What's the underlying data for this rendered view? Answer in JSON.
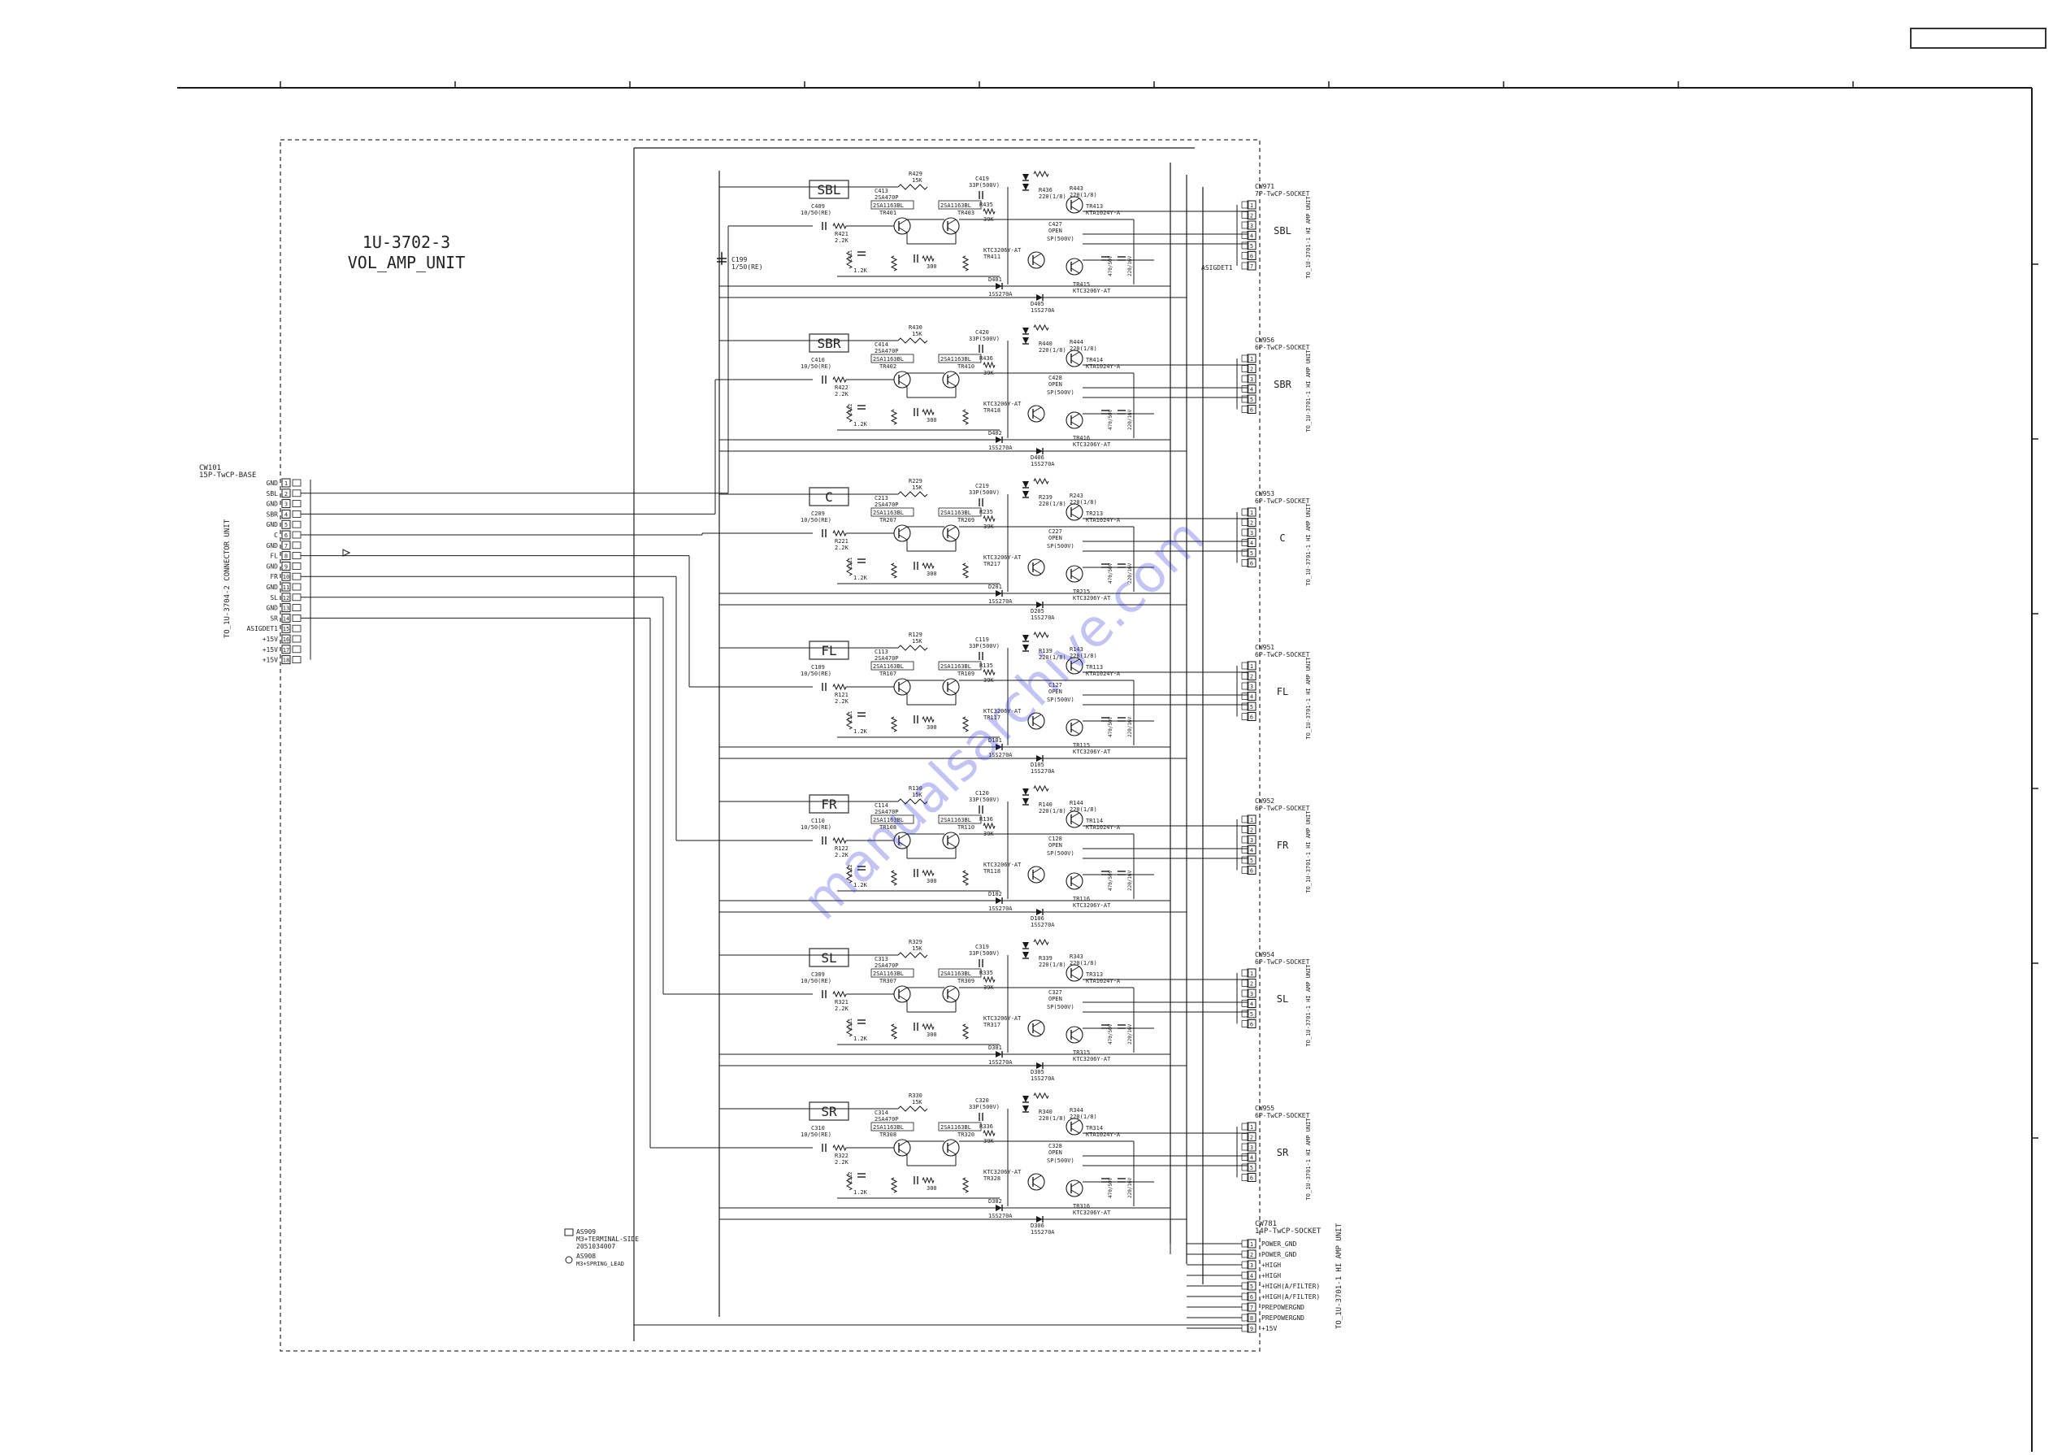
{
  "unit": {
    "title_line1": "1U-3702-3",
    "title_line2": "VOL_AMP_UNIT"
  },
  "input_connector": {
    "ref": "CW101",
    "part": "15P-TwCP-BASE",
    "side_label": "TO_1U-3704-2 CONNECTOR UNIT",
    "pins": [
      "GND",
      "SBL",
      "GND",
      "SBR",
      "GND",
      "C",
      "GND",
      "FL",
      "GND",
      "FR",
      "GND",
      "SL",
      "GND",
      "SR",
      "ASIGDET1",
      "+15V",
      "+15V",
      "+15V"
    ]
  },
  "channels": [
    {
      "name": "SBL",
      "cin": "C409",
      "cin_val": "10/50(RE)",
      "rin": "R421",
      "rin_val": "2.2K",
      "rfb": "R429",
      "rfb_val": "15K",
      "cfb": "C413",
      "cfb_val": "2SA470P",
      "q1": "TR401",
      "q2": "TR403",
      "pair": "2SA1163BL",
      "cout": "C419",
      "cout_val": "33P(500V)",
      "rout": "R435",
      "rout_val": "39K",
      "r1": "R436",
      "r2": "R443",
      "r2_val": "220(1/8)",
      "qo1": "TR413",
      "qo1_val": "KTA1024Y-A",
      "qo2": "TR415",
      "qo2_val": "KTC3206Y-AT",
      "d1": "D401",
      "d1_val": "1SS270A",
      "d2": "D405",
      "conn": "CW971",
      "conn_part": "7P-TwCP-SOCKET",
      "conn_label": "SBL",
      "to_label": "TO_1U-3701-1 HI AMP UNIT",
      "pins": 7,
      "extra": "ASIGDET1"
    },
    {
      "name": "SBR",
      "cin": "C410",
      "cin_val": "10/50(RE)",
      "rin": "R422",
      "rin_val": "2.2K",
      "rfb": "R430",
      "rfb_val": "15K",
      "cfb": "C414",
      "cfb_val": "2SA470P",
      "q1": "TR402",
      "q2": "TR410",
      "pair": "2SA1163BL",
      "cout": "C420",
      "cout_val": "33P(500V)",
      "rout": "R436",
      "rout_val": "39K",
      "r1": "R440",
      "r2": "R444",
      "r2_val": "220(1/8)",
      "qo1": "TR414",
      "qo1_val": "KTA1024Y-A",
      "qo2": "TR416",
      "qo2_val": "KTC3206Y-AT",
      "d1": "D402",
      "d1_val": "1SS270A",
      "d2": "D406",
      "conn": "CW956",
      "conn_part": "6P-TwCP-SOCKET",
      "conn_label": "SBR",
      "to_label": "TO_1U-3701-1 HI AMP UNIT",
      "pins": 6,
      "extra": ""
    },
    {
      "name": "C",
      "cin": "C209",
      "cin_val": "10/50(RE)",
      "rin": "R221",
      "rin_val": "2.2K",
      "rfb": "R229",
      "rfb_val": "15K",
      "cfb": "C213",
      "cfb_val": "2SA470P",
      "q1": "TR207",
      "q2": "TR209",
      "pair": "2SA1163BL",
      "cout": "C219",
      "cout_val": "33P(500V)",
      "rout": "R235",
      "rout_val": "39K",
      "r1": "R239",
      "r2": "R243",
      "r2_val": "220(1/8)",
      "qo1": "TR213",
      "qo1_val": "KTA1024Y-A",
      "qo2": "TR215",
      "qo2_val": "KTC3206Y-AT",
      "d1": "D201",
      "d1_val": "1SS270A",
      "d2": "D205",
      "conn": "CW953",
      "conn_part": "6P-TwCP-SOCKET",
      "conn_label": "C",
      "to_label": "TO_1U-3701-1 HI AMP UNIT",
      "pins": 6,
      "extra": ""
    },
    {
      "name": "FL",
      "cin": "C109",
      "cin_val": "10/50(RE)",
      "rin": "R121",
      "rin_val": "2.2K",
      "rfb": "R129",
      "rfb_val": "15K",
      "cfb": "C113",
      "cfb_val": "2SA470P",
      "q1": "TR107",
      "q2": "TR109",
      "pair": "2SA1163BL",
      "cout": "C119",
      "cout_val": "33P(500V)",
      "rout": "R135",
      "rout_val": "39K",
      "r1": "R139",
      "r2": "R143",
      "r2_val": "220(1/8)",
      "qo1": "TR113",
      "qo1_val": "KTA1024Y-A",
      "qo2": "TR115",
      "qo2_val": "KTC3206Y-AT",
      "d1": "D101",
      "d1_val": "1SS270A",
      "d2": "D105",
      "conn": "CW951",
      "conn_part": "6P-TwCP-SOCKET",
      "conn_label": "FL",
      "to_label": "TO_1U-3701-1 HI AMP UNIT",
      "pins": 6,
      "extra": ""
    },
    {
      "name": "FR",
      "cin": "C110",
      "cin_val": "10/50(RE)",
      "rin": "R122",
      "rin_val": "2.2K",
      "rfb": "R130",
      "rfb_val": "15K",
      "cfb": "C114",
      "cfb_val": "2SA470P",
      "q1": "TR108",
      "q2": "TR110",
      "pair": "2SA1163BL",
      "cout": "C120",
      "cout_val": "33P(500V)",
      "rout": "R136",
      "rout_val": "39K",
      "r1": "R140",
      "r2": "R144",
      "r2_val": "220(1/8)",
      "qo1": "TR114",
      "qo1_val": "KTA1024Y-A",
      "qo2": "TR116",
      "qo2_val": "KTC3206Y-AT",
      "d1": "D102",
      "d1_val": "1SS270A",
      "d2": "D106",
      "conn": "CW952",
      "conn_part": "6P-TwCP-SOCKET",
      "conn_label": "FR",
      "to_label": "TO_1U-3701-1 HI AMP UNIT",
      "pins": 6,
      "extra": ""
    },
    {
      "name": "SL",
      "cin": "C309",
      "cin_val": "10/50(RE)",
      "rin": "R321",
      "rin_val": "2.2K",
      "rfb": "R329",
      "rfb_val": "15K",
      "cfb": "C313",
      "cfb_val": "2SA470P",
      "q1": "TR307",
      "q2": "TR309",
      "pair": "2SA1163BL",
      "cout": "C319",
      "cout_val": "33P(500V)",
      "rout": "R335",
      "rout_val": "39K",
      "r1": "R339",
      "r2": "R343",
      "r2_val": "220(1/8)",
      "qo1": "TR313",
      "qo1_val": "KTA1024Y-A",
      "qo2": "TR315",
      "qo2_val": "KTC3206Y-AT",
      "d1": "D301",
      "d1_val": "1SS270A",
      "d2": "D305",
      "conn": "CW954",
      "conn_part": "6P-TwCP-SOCKET",
      "conn_label": "SL",
      "to_label": "TO_1U-3701-1 HI AMP UNIT",
      "pins": 6,
      "extra": ""
    },
    {
      "name": "SR",
      "cin": "C310",
      "cin_val": "10/50(RE)",
      "rin": "R322",
      "rin_val": "2.2K",
      "rfb": "R330",
      "rfb_val": "15K",
      "cfb": "C314",
      "cfb_val": "2SA470P",
      "q1": "TR308",
      "q2": "TR320",
      "pair": "2SA1163BL",
      "cout": "C320",
      "cout_val": "33P(500V)",
      "rout": "R336",
      "rout_val": "39K",
      "r1": "R340",
      "r2": "R344",
      "r2_val": "220(1/8)",
      "qo1": "TR314",
      "qo1_val": "KTA1024Y-A",
      "qo2": "TR316",
      "qo2_val": "KTC3206Y-AT",
      "d1": "D302",
      "d1_val": "1SS270A",
      "d2": "D306",
      "conn": "CW955",
      "conn_part": "6P-TwCP-SOCKET",
      "conn_label": "SR",
      "to_label": "TO_1U-3701-1 HI AMP UNIT",
      "pins": 6,
      "extra": ""
    }
  ],
  "power_connector": {
    "ref": "CW781",
    "part": "14P-TwCP-SOCKET",
    "to_label": "TO_1U-3701-1 HI AMP UNIT",
    "pins": [
      "POWER_GND",
      "POWER_GND",
      "+HIGH",
      "+HIGH",
      "+HIGH(A/FILTER)",
      "+HIGH(A/FILTER)",
      "PREPOWERGND",
      "PREPOWERGND",
      "+15V"
    ]
  },
  "supply_cap": {
    "ref": "C199",
    "val": "1/50(RE)"
  },
  "notes": {
    "terminal_ref": "AS909",
    "terminal_text": "M3+TERMINAL-SIDE",
    "terminal_part": "2051034007",
    "ground_ref": "AS908",
    "ground_text": "M3+SPRING_LEAD"
  },
  "watermark": "manualsarchive.com",
  "colors": {
    "line": "#1a1a1a",
    "box": "#555555",
    "watermark": "#2b2bd6"
  }
}
